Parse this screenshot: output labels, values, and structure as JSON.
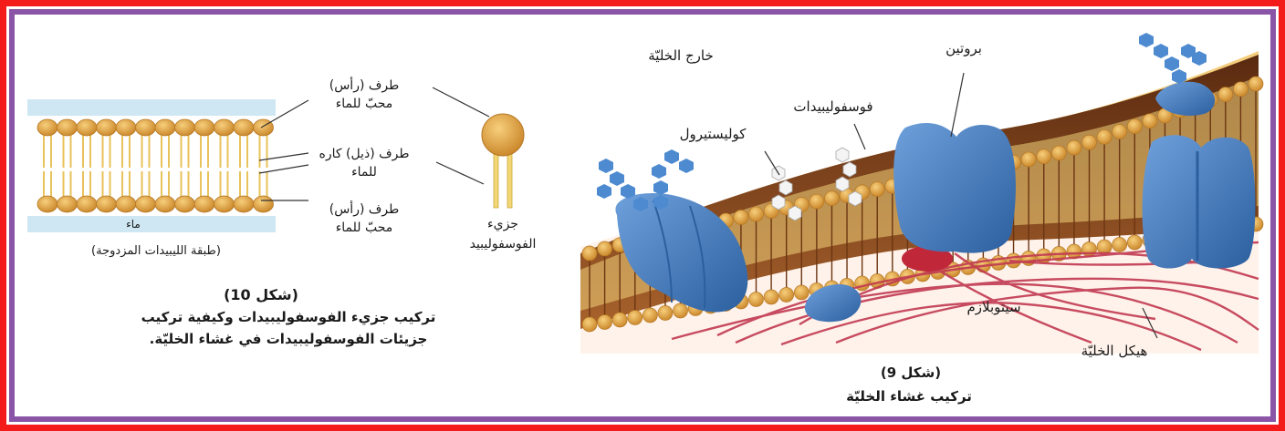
{
  "colors": {
    "outer_border": "#f41b1b",
    "inner_border": "#8a55a6",
    "lipid_head": "#e3a548",
    "lipid_tail": "#f3d775",
    "protein": "#3f79bf",
    "membrane_core": "#7b3f18",
    "cytoskeleton": "#c13a52",
    "water": "#cfe7f3",
    "glycan": "#4d8ad0"
  },
  "fig10": {
    "head_top_line1": "طرف (رأس)",
    "head_top_line2": "محبّ للماء",
    "tail_line1": "طرف (ذيل) كاره",
    "tail_line2": "للماء",
    "head_bottom_line1": "طرف (رأس)",
    "head_bottom_line2": "محبّ للماء",
    "water": "ماء",
    "bilayer_caption": "(طبقة الليبيدات المزدوجة)",
    "molecule_line1": "جزيء",
    "molecule_line2": "الفوسفوليبيد",
    "figure_number": "(شكل 10)",
    "caption_line1": "تركيب جزيء الفوسفوليبيدات وكيفية تركيب",
    "caption_line2": "جزيئات الفوسفوليبيدات في غشاء الخليّة."
  },
  "fig9": {
    "outside_cell": "خارج الخليّة",
    "protein": "بروتين",
    "phospholipids": "فوسفوليبيدات",
    "cholesterol": "كوليستيرول",
    "cytoplasm": "سيتوبلازم",
    "cytoskeleton": "هيكل الخليّة",
    "figure_number": "(شكل 9)",
    "caption": "تركيب غشاء الخليّة"
  }
}
